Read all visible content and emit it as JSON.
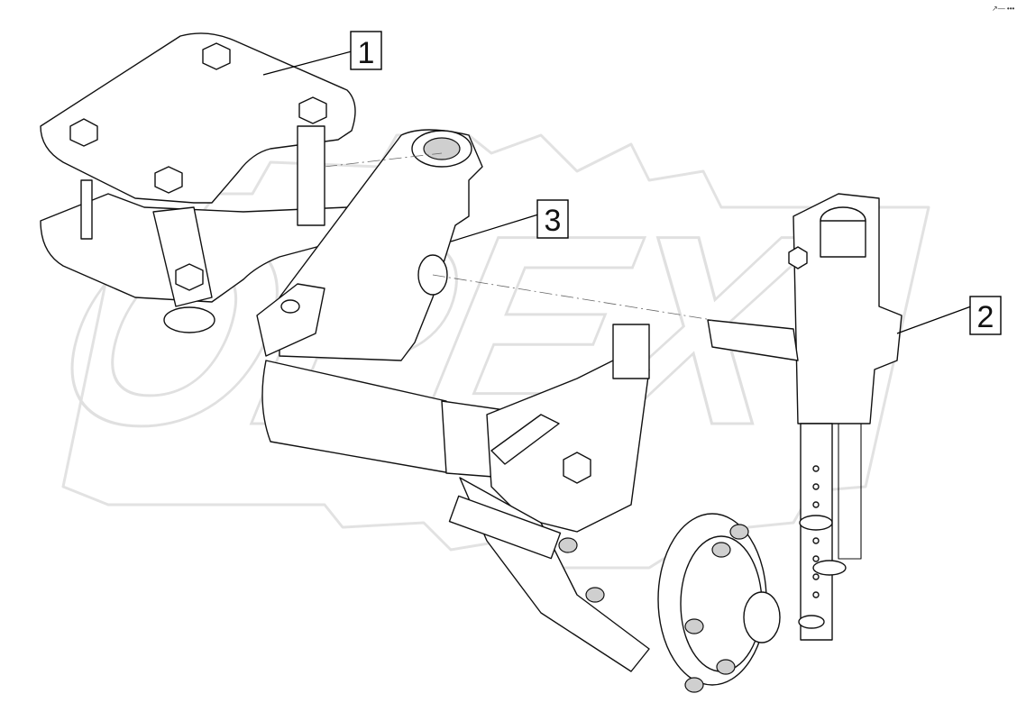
{
  "watermark": {
    "text": "OPEX"
  },
  "corner_mark": "↗— •••",
  "callouts": [
    {
      "id": "1",
      "label": "1"
    },
    {
      "id": "2",
      "label": "2"
    },
    {
      "id": "3",
      "label": "3"
    }
  ],
  "colors": {
    "line": "#111111",
    "watermark": "#e0e0e0",
    "background": "#ffffff"
  }
}
